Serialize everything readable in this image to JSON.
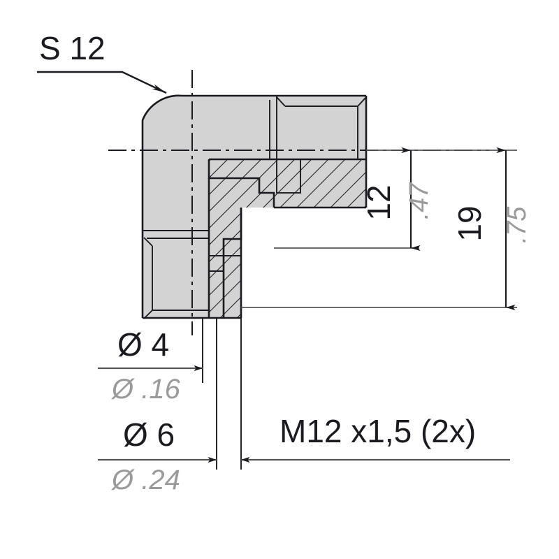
{
  "drawing": {
    "type": "technical-engineering-drawing",
    "subject": "90-degree elbow hydraulic fitting, sectioned view",
    "background_color": "#ffffff",
    "body_fill_color": "#d3d3d3",
    "outline_color": "#1a1a20",
    "metric_text_color": "#1a1a20",
    "imperial_text_color": "#9a9a9a",
    "dimension_line_color": "#555555"
  },
  "callouts": {
    "hex_size": {
      "label": "S 12",
      "description": "across-flats wrench size leader pointing to elbow body"
    },
    "thread": {
      "label": "M12 x1,5 (2x)",
      "description": "metric thread callout, two places"
    }
  },
  "dimensions": {
    "bore_small": {
      "metric": "Ø 4",
      "imperial": "Ø .16"
    },
    "bore_large": {
      "metric": "Ø 6",
      "imperial": "Ø .24"
    },
    "height_inner": {
      "metric": "12",
      "imperial": ".47"
    },
    "height_outer": {
      "metric": "19",
      "imperial": ".75"
    }
  }
}
